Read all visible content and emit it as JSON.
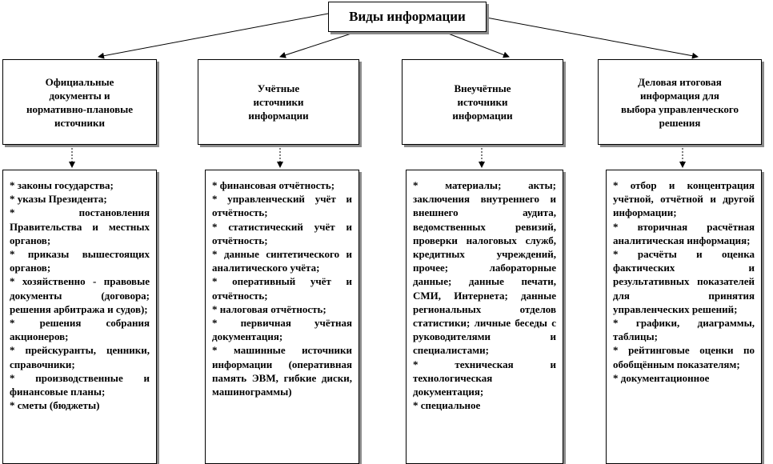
{
  "root": {
    "label": "Виды информации"
  },
  "categories": [
    {
      "title": "Официальные\nдокументы и\nнормативно-плановые\nисточники",
      "items": [
        "* законы государства;",
        "* указы Президента;",
        "* постановления Правительства и местных органов;",
        "* приказы вышестоящих органов;",
        "* хозяйственно - правовые документы (договора; решения арбитража и судов);",
        "* решения собрания акционеров;",
        "* прейскуранты, ценники, справочники;",
        "* производственные и финансовые планы;",
        "* сметы (бюджеты)"
      ]
    },
    {
      "title": "Учётные\nисточники\nинформации",
      "items": [
        "* финансовая отчётность;",
        "* управленческий учёт и отчётность;",
        "* статистический учёт и отчётность;",
        "* данные синтетического и аналитического учёта;",
        "* оперативный учёт и отчётность;",
        "* налоговая отчётность;",
        "* первичная учётная документация;",
        "* машинные источники информации (оперативная память ЭВМ, гибкие диски, машинограммы)"
      ]
    },
    {
      "title": "Внеучётные\nисточники\nинформации",
      "items": [
        "* материалы; акты; заключения внутреннего и внешнего аудита, ведомственных ревизий, проверки налоговых служб, кредитных учреждений, прочее; лабораторные данные; данные печати, СМИ, Интернета; данные региональных отделов статистики; личные беседы с руководителями и специалистами;",
        "* техническая и технологическая документация;",
        "* специальное"
      ]
    },
    {
      "title": "Деловая итоговая\nинформация для\nвыбора управленческого\nрешения",
      "items": [
        "* отбор и концентрация учётной, отчётной и другой информации;",
        "* вторичная расчётная аналитическая информация;",
        "* расчёты и оценка фактических и результативных показателей для принятия управленческих решений;",
        "* графики, диаграммы, таблицы;",
        "* рейтинговые оценки по обобщённым показателям;",
        "* документационное"
      ]
    }
  ]
}
